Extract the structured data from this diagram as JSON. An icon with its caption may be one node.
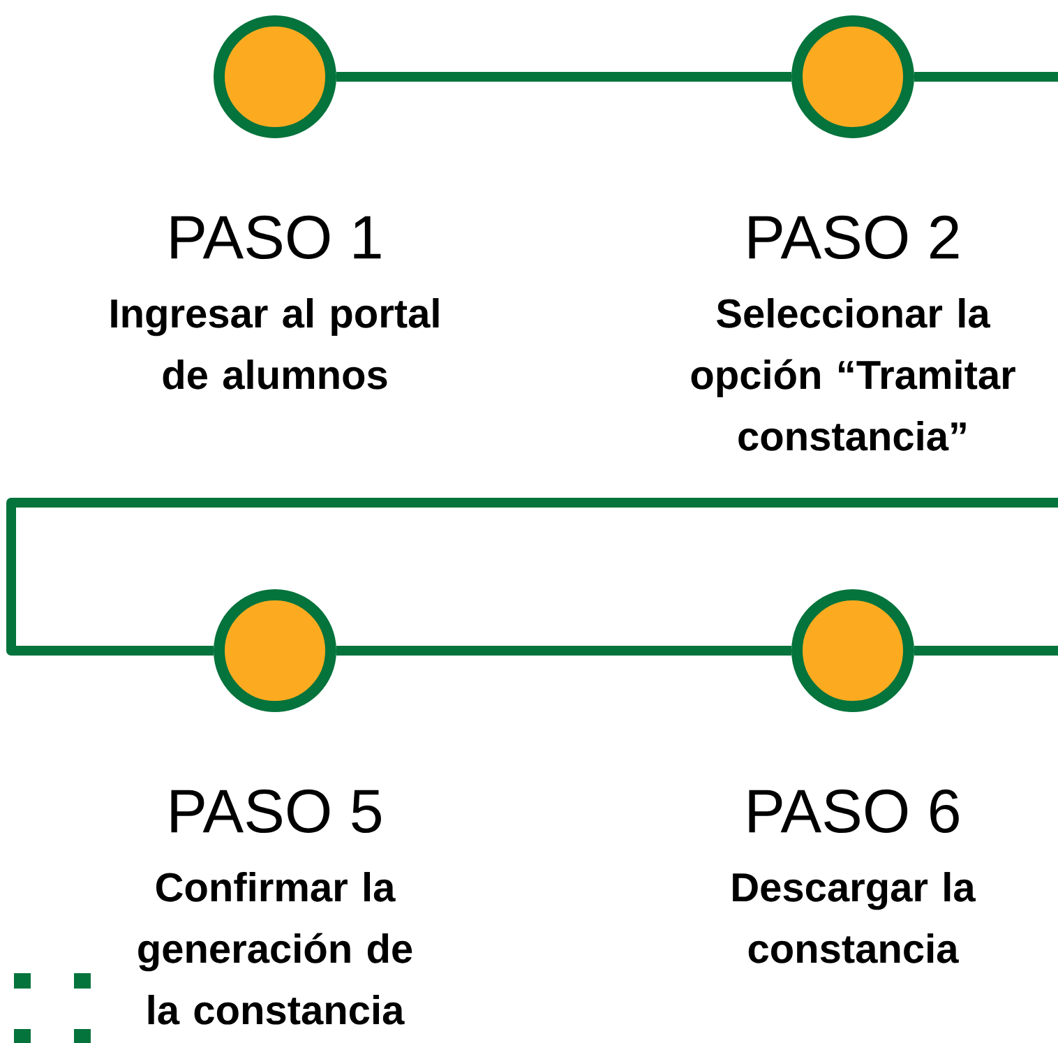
{
  "diagram": {
    "nodes": [
      {
        "text": [],
        "shape": "circle",
        "beside": [
          "PASO 1",
          "Ingresar al portal de alumnos"
        ]
      },
      {
        "text": [],
        "shape": "circle",
        "beside": [
          "PASO 2",
          "Seleccionar la opción “Tramitar constancia”"
        ]
      },
      {
        "text": [],
        "shape": "circle",
        "beside": [
          "PASO 5",
          "Confirmar la generación de la constancia"
        ]
      },
      {
        "text": [],
        "shape": "circle",
        "beside": [
          "PASO  6",
          "Descargar la constancia"
        ]
      }
    ],
    "edges": [
      {
        "from": 0,
        "to": 1,
        "arrow": "none"
      },
      {
        "from": 1,
        "to": null,
        "arrow": "none"
      },
      {
        "from": null,
        "to": 2,
        "arrow": "none"
      },
      {
        "from": 2,
        "to": 3,
        "arrow": "none"
      },
      {
        "from": 3,
        "to": null,
        "arrow": "none"
      }
    ]
  }
}
